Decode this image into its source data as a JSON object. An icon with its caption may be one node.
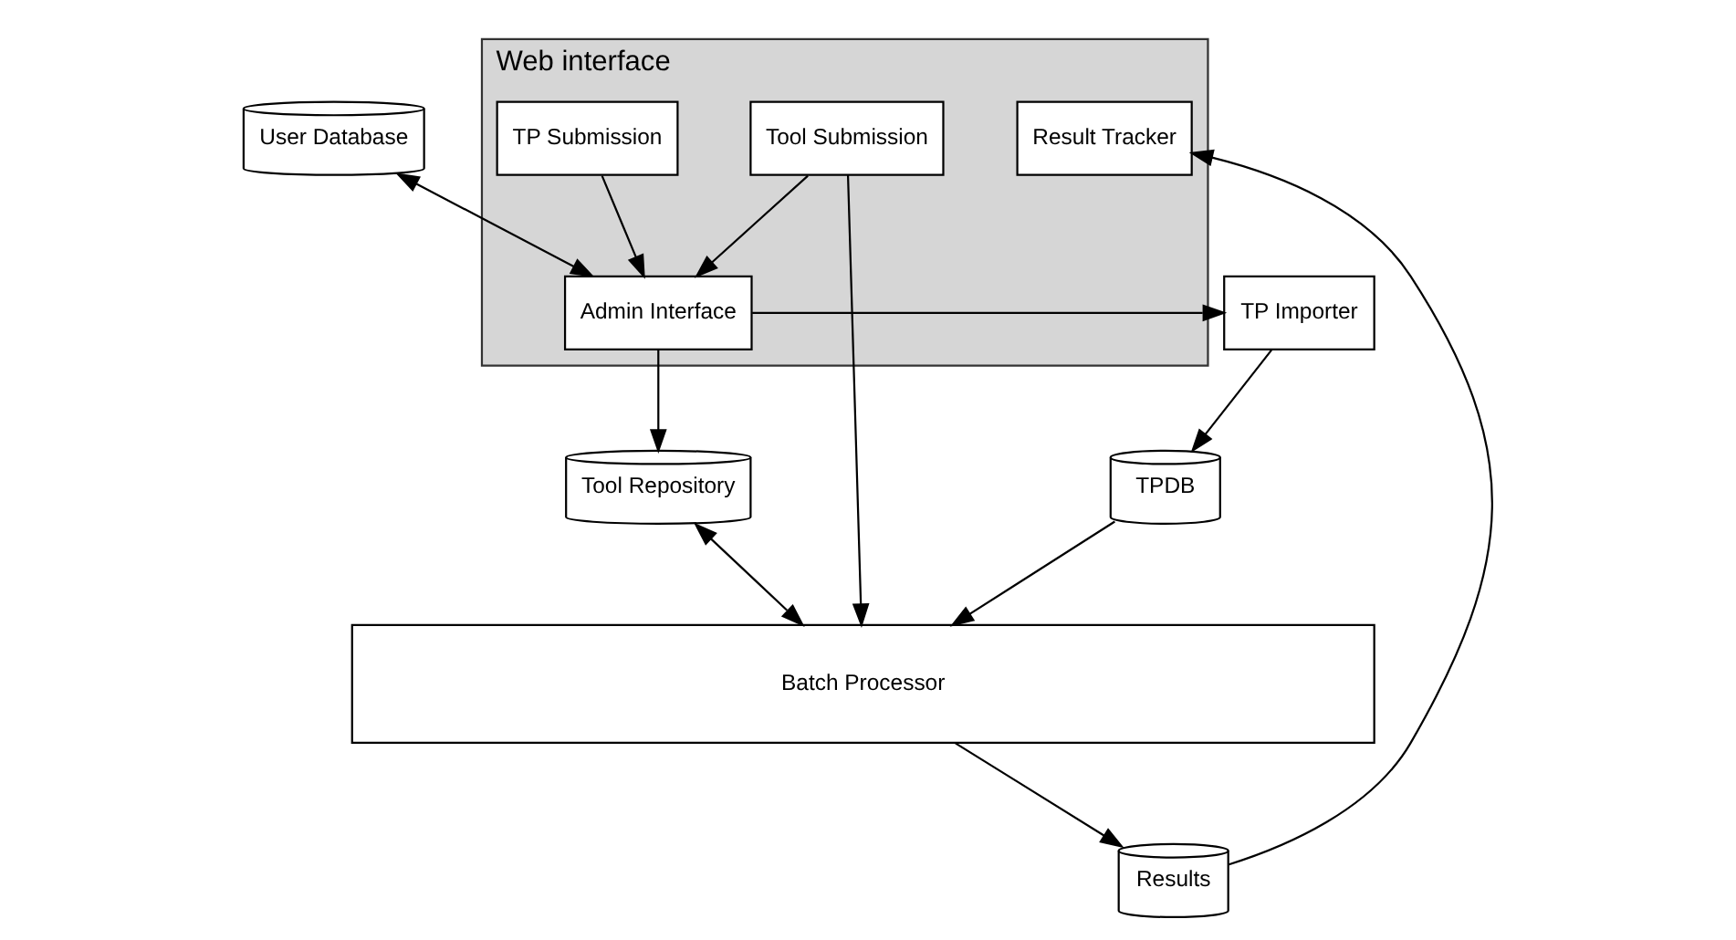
{
  "diagram": {
    "nodes": [
      {
        "text": [
          "Web interface"
        ]
      },
      {
        "text": [
          "TPDB"
        ]
      },
      {
        "text": [
          "TP Importer"
        ]
      },
      {
        "text": [
          "Admin Interface"
        ],
        "in": 0
      },
      {
        "text": [
          "TP Submission"
        ],
        "in": 0
      },
      {
        "text": [
          "User Database"
        ]
      },
      {
        "text": [
          "Tool Repository"
        ]
      },
      {
        "text": [
          "Tool Submission"
        ],
        "in": 0
      },
      {
        "text": [
          "Result Tracker"
        ],
        "in": 0
      },
      {
        "text": [
          "Results"
        ]
      },
      {
        "text": [
          "Batch Processor"
        ]
      }
    ],
    "edges": [
      {
        "from": 2,
        "to": 1,
        "arrow": "to"
      },
      {
        "from": 3,
        "to": 2,
        "arrow": "to"
      },
      {
        "from": 4,
        "to": 3,
        "arrow": "to"
      },
      {
        "from": 5,
        "to": 3,
        "arrow": "both"
      },
      {
        "from": 3,
        "to": 6,
        "arrow": "to"
      },
      {
        "from": 7,
        "to": 3,
        "arrow": "to"
      },
      {
        "from": 9,
        "to": 8,
        "arrow": "to"
      },
      {
        "from": 1,
        "to": 10,
        "arrow": "to"
      },
      {
        "from": 6,
        "to": 10,
        "arrow": "both"
      },
      {
        "from": 7,
        "to": 10,
        "arrow": "to"
      },
      {
        "from": 10,
        "to": 9,
        "arrow": "to"
      }
    ]
  }
}
